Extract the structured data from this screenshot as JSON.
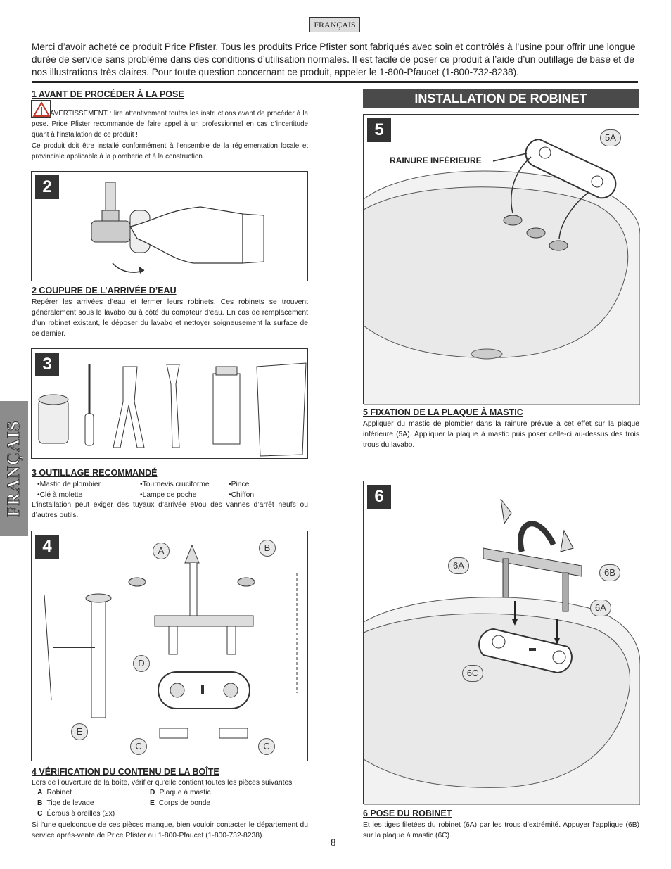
{
  "header": {
    "language_tag": "FRANÇAIS"
  },
  "intro": "Merci d’avoir acheté ce produit Price Pfister. Tous les produits Price Pfister sont fabriqués avec soin et contrôlés à l’usine pour offrir une longue durée de service sans problème dans des conditions d’utilisation normales. Il est facile de poser ce produit à l’aide d’un outillage de base et de nos illustrations très claires. Pour toute question concernant ce produit, appeler le 1-800-Pfaucet (1-800-732-8238).",
  "side_tab": "FRANÇAIS",
  "section1": {
    "title": "1  AVANT DE PROCÉDER À LA POSE",
    "warning": "AVERTISSEMENT : lire attentivement toutes les instructions avant de procéder à la pose. Price Pfister recommande de faire appel à un professionnel en cas d’incertitude quant à l’installation de ce produit !",
    "note": "Ce produit doit être installé conformément à l’ensemble de la réglementation locale et provinciale applicable à la plomberie et à la construction."
  },
  "step2": {
    "number": "2",
    "title": "2  COUPURE DE L’ARRIVÉE D’EAU",
    "text": "Repérer les arrivées d’eau et fermer leurs robinets. Ces robinets se trouvent généralement sous le lavabo ou à côté du compteur d’eau. En cas de remplacement d’un robinet existant, le déposer du lavabo et nettoyer soigneusement la surface de ce dernier."
  },
  "step3": {
    "number": "3",
    "title": "3  OUTILLAGE RECOMMANDÉ",
    "tools": [
      "•Mastic de plombier",
      "•Tournevis cruciforme",
      "•Pince",
      "•Clé à molette",
      "•Lampe de poche",
      "•Chiffon"
    ],
    "note": "L’installation peut exiger des tuyaux d’arrivée et/ou des vannes d’arrêt neufs ou d’autres outils."
  },
  "step4": {
    "number": "4",
    "title": "4  VÉRIFICATION DU CONTENU DE LA BOÎTE",
    "intro": "Lors de l’ouverture de la boîte, vérifier qu’elle contient toutes les pièces suivantes :",
    "parts": [
      {
        "key": "A",
        "label": "Robinet"
      },
      {
        "key": "D",
        "label": "Plaque à mastic"
      },
      {
        "key": "B",
        "label": "Tige de levage"
      },
      {
        "key": "E",
        "label": "Corps de bonde"
      },
      {
        "key": "C",
        "label": "Écrous à oreilles (2x)"
      }
    ],
    "note": "Si l’une quelconque de ces pièces manque, bien vouloir contacter le département du service après-vente de Price Pfister au 1-800-Pfaucet (1-800-732-8238).",
    "labels": {
      "a": "A",
      "b": "B",
      "c1": "C",
      "c2": "C",
      "d": "D",
      "e": "E"
    }
  },
  "banner": "INSTALLATION DE ROBINET",
  "step5": {
    "number": "5",
    "title": "5  FIXATION DE LA PLAQUE À MASTIC",
    "label_groove": "RAINURE INFÉRIEURE",
    "callout": "5A",
    "text": "Appliquer du mastic de plombier dans la rainure prévue à cet effet sur la plaque inférieure (5A). Appliquer la plaque à mastic puis poser celle-ci au-dessus des trois trous du lavabo."
  },
  "step6": {
    "number": "6",
    "title": "6  POSE DU ROBINET",
    "callouts": {
      "a1": "6A",
      "b": "6B",
      "a2": "6A",
      "c": "6C"
    },
    "text": "Et les tiges filetées du robinet (6A) par les trous d’extrémité. Appuyer l’applique (6B) sur la plaque à mastic (6C)."
  },
  "page_number": "8",
  "colors": {
    "dark": "#333333",
    "banner": "#4a4a4a",
    "tab": "#8c8c8c",
    "warning": "#c0392b"
  }
}
